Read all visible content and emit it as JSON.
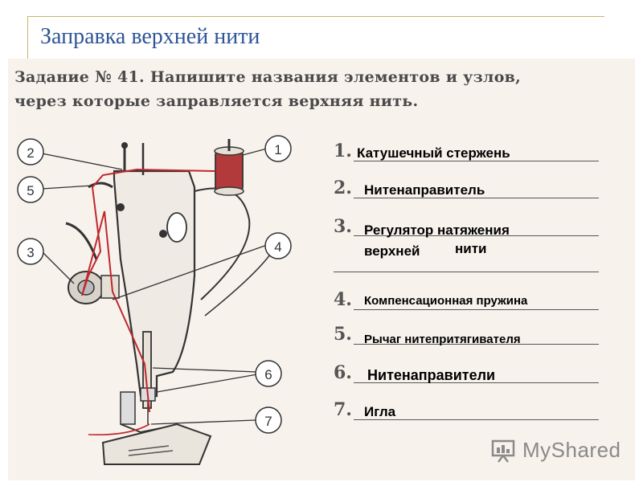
{
  "slide": {
    "title": "Заправка верхней нити"
  },
  "task": {
    "heading_number": "Задание № 41.",
    "text_line1": "Напишите названия элементов и узлов,",
    "text_line2": "через которые заправляется верхняя нить."
  },
  "callouts": [
    "1",
    "2",
    "3",
    "4",
    "5",
    "6",
    "7"
  ],
  "answers": {
    "numbers": [
      "1.",
      "2.",
      "3.",
      "4.",
      "5.",
      "6.",
      "7."
    ],
    "a1": "Катушечный стержень",
    "a2": "Нитенаправитель",
    "a3_line1": "Регулятор натяжения",
    "a3_line2a": "верхней",
    "a3_line2b": "нити",
    "a4": "Компенсационная пружина",
    "a5": "Рычаг нитепритягивателя",
    "a6": "Нитенаправители",
    "a7": "Игла"
  },
  "watermark": {
    "text": "MyShared"
  },
  "colors": {
    "title": "#2f5597",
    "thread": "#c0272d",
    "paper": "#f7f2ec",
    "frame": "#c9b66a"
  }
}
